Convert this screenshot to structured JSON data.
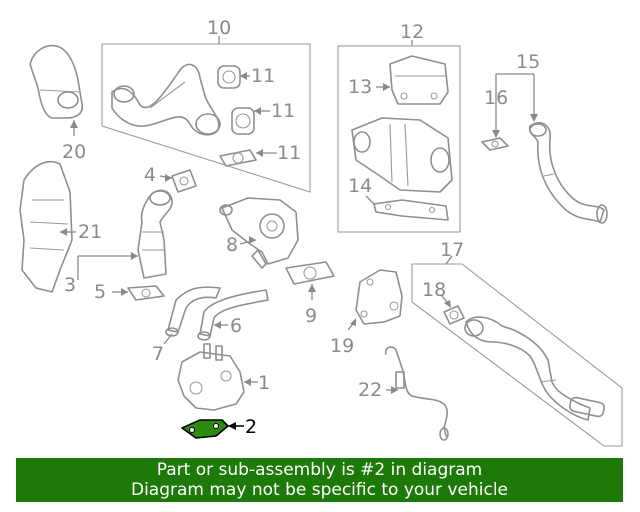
{
  "diagram": {
    "callouts": {
      "c1": "1",
      "c2": "2",
      "c3": "3",
      "c4": "4",
      "c5": "5",
      "c6": "6",
      "c7": "7",
      "c8": "8",
      "c9": "9",
      "c10": "10",
      "c11a": "11",
      "c11b": "11",
      "c11c": "11",
      "c12": "12",
      "c13": "13",
      "c14": "14",
      "c15": "15",
      "c16": "16",
      "c17": "17",
      "c18": "18",
      "c19": "19",
      "c20": "20",
      "c21": "21",
      "c22": "22"
    },
    "highlight_color": "#000000",
    "part_color": "#8f8f8f"
  },
  "banner": {
    "line1": "Part or sub-assembly is #2 in diagram",
    "line2": "Diagram may not be specific to your vehicle",
    "background": "#1e7a08",
    "text_color": "#ffffff"
  }
}
